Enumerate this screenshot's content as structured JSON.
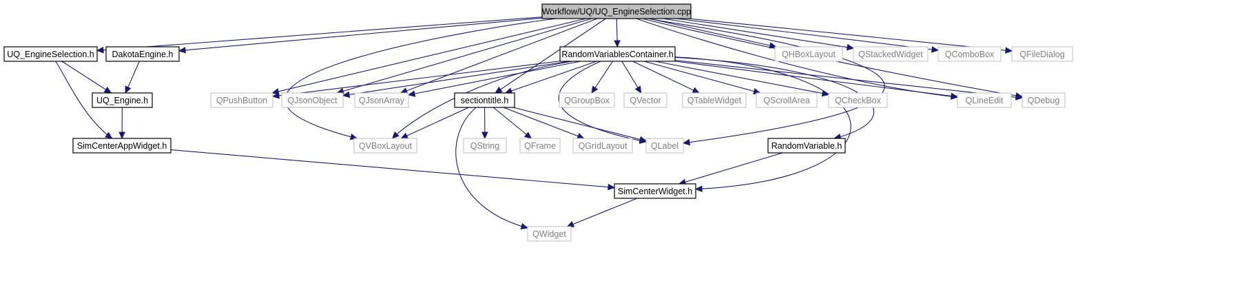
{
  "diagram": {
    "type": "include-dependency-graph",
    "colors": {
      "edge": "#191970",
      "root_fill": "#bfbfbf",
      "project_border": "#000000",
      "external_border": "#bfbfbf",
      "external_text": "#808080"
    },
    "nodes": [
      {
        "id": "n_root",
        "label": "Workflow/UQ/UQ_EngineSelection.cpp",
        "kind": "root"
      },
      {
        "id": "n_uqsel",
        "label": "UQ_EngineSelection.h",
        "kind": "project"
      },
      {
        "id": "n_dakota",
        "label": "DakotaEngine.h",
        "kind": "project"
      },
      {
        "id": "n_uqeng",
        "label": "UQ_Engine.h",
        "kind": "project"
      },
      {
        "id": "n_scaw",
        "label": "SimCenterAppWidget.h",
        "kind": "project"
      },
      {
        "id": "n_rvc",
        "label": "RandomVariablesContainer.h",
        "kind": "project"
      },
      {
        "id": "n_sect",
        "label": "sectiontitle.h",
        "kind": "project"
      },
      {
        "id": "n_rv",
        "label": "RandomVariable.h",
        "kind": "project"
      },
      {
        "id": "n_scw",
        "label": "SimCenterWidget.h",
        "kind": "project"
      },
      {
        "id": "n_qhbox",
        "label": "QHBoxLayout",
        "kind": "external"
      },
      {
        "id": "n_qstack",
        "label": "QStackedWidget",
        "kind": "external"
      },
      {
        "id": "n_qcombo",
        "label": "QComboBox",
        "kind": "external"
      },
      {
        "id": "n_qfile",
        "label": "QFileDialog",
        "kind": "external"
      },
      {
        "id": "n_qpush",
        "label": "QPushButton",
        "kind": "external"
      },
      {
        "id": "n_qjobj",
        "label": "QJsonObject",
        "kind": "external"
      },
      {
        "id": "n_qjarr",
        "label": "QJsonArray",
        "kind": "external"
      },
      {
        "id": "n_qgroup",
        "label": "QGroupBox",
        "kind": "external"
      },
      {
        "id": "n_qvec",
        "label": "QVector",
        "kind": "external"
      },
      {
        "id": "n_qtable",
        "label": "QTableWidget",
        "kind": "external"
      },
      {
        "id": "n_qscroll",
        "label": "QScrollArea",
        "kind": "external"
      },
      {
        "id": "n_qcheck",
        "label": "QCheckBox",
        "kind": "external"
      },
      {
        "id": "n_qline",
        "label": "QLineEdit",
        "kind": "external"
      },
      {
        "id": "n_qdebug",
        "label": "QDebug",
        "kind": "external"
      },
      {
        "id": "n_qvbox",
        "label": "QVBoxLayout",
        "kind": "external"
      },
      {
        "id": "n_qstring",
        "label": "QString",
        "kind": "external"
      },
      {
        "id": "n_qframe",
        "label": "QFrame",
        "kind": "external"
      },
      {
        "id": "n_qgrid",
        "label": "QGridLayout",
        "kind": "external"
      },
      {
        "id": "n_qlabel",
        "label": "QLabel",
        "kind": "external"
      },
      {
        "id": "n_qwidget",
        "label": "QWidget",
        "kind": "external"
      }
    ],
    "edges": [
      [
        "n_root",
        "n_uqsel"
      ],
      [
        "n_root",
        "n_dakota"
      ],
      [
        "n_root",
        "n_rvc"
      ],
      [
        "n_root",
        "n_qhbox"
      ],
      [
        "n_root",
        "n_qstack"
      ],
      [
        "n_root",
        "n_qcombo"
      ],
      [
        "n_root",
        "n_qfile"
      ],
      [
        "n_root",
        "n_qpush"
      ],
      [
        "n_root",
        "n_qjobj"
      ],
      [
        "n_root",
        "n_qjarr"
      ],
      [
        "n_root",
        "n_sect"
      ],
      [
        "n_root",
        "n_qvbox"
      ],
      [
        "n_root",
        "n_qline"
      ],
      [
        "n_root",
        "n_qdebug"
      ],
      [
        "n_root",
        "n_qlabel"
      ],
      [
        "n_uqsel",
        "n_uqeng"
      ],
      [
        "n_uqsel",
        "n_scaw"
      ],
      [
        "n_dakota",
        "n_uqeng"
      ],
      [
        "n_uqeng",
        "n_scaw"
      ],
      [
        "n_scaw",
        "n_scw"
      ],
      [
        "n_rvc",
        "n_qpush"
      ],
      [
        "n_rvc",
        "n_qjobj"
      ],
      [
        "n_rvc",
        "n_qjarr"
      ],
      [
        "n_rvc",
        "n_sect"
      ],
      [
        "n_rvc",
        "n_qvbox"
      ],
      [
        "n_rvc",
        "n_qlabel"
      ],
      [
        "n_rvc",
        "n_qgroup"
      ],
      [
        "n_rvc",
        "n_qvec"
      ],
      [
        "n_rvc",
        "n_qtable"
      ],
      [
        "n_rvc",
        "n_qscroll"
      ],
      [
        "n_rvc",
        "n_qcheck"
      ],
      [
        "n_rvc",
        "n_qline"
      ],
      [
        "n_rvc",
        "n_qdebug"
      ],
      [
        "n_rvc",
        "n_rv"
      ],
      [
        "n_rvc",
        "n_scw"
      ],
      [
        "n_sect",
        "n_qvbox"
      ],
      [
        "n_sect",
        "n_qstring"
      ],
      [
        "n_sect",
        "n_qframe"
      ],
      [
        "n_sect",
        "n_qgrid"
      ],
      [
        "n_sect",
        "n_qlabel"
      ],
      [
        "n_sect",
        "n_qwidget"
      ],
      [
        "n_rv",
        "n_scw"
      ],
      [
        "n_scw",
        "n_qwidget"
      ]
    ]
  }
}
